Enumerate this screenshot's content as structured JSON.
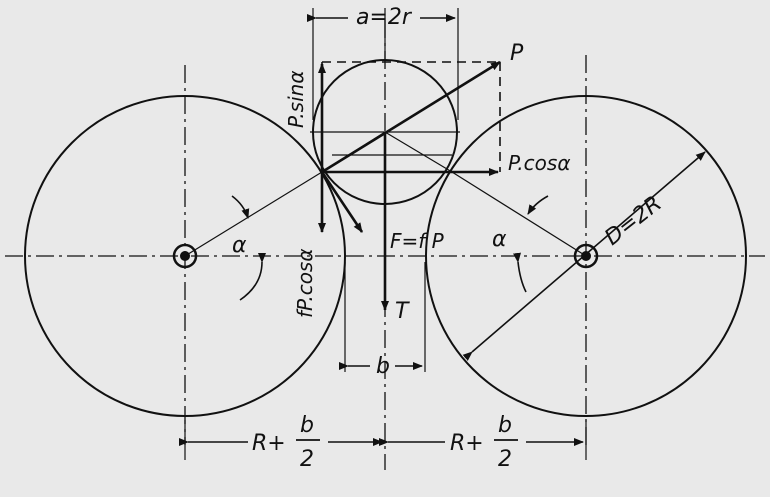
{
  "labels": {
    "width_top": "a=2r",
    "force_p": "P",
    "p_sin": "P.sinα",
    "p_cos": "P.cosα",
    "fp_cos": "fP.cosα",
    "friction": "F=f P",
    "alpha_left": "α",
    "alpha_right": "α",
    "diameter": "D=2R",
    "thrust": "T",
    "gap": "b",
    "dist_left_prefix": "R+",
    "dist_right_prefix": "R+",
    "frac_num": "b",
    "frac_den": "2"
  },
  "colors": {
    "paper": "#e9e9e9",
    "ink": "#111111"
  }
}
